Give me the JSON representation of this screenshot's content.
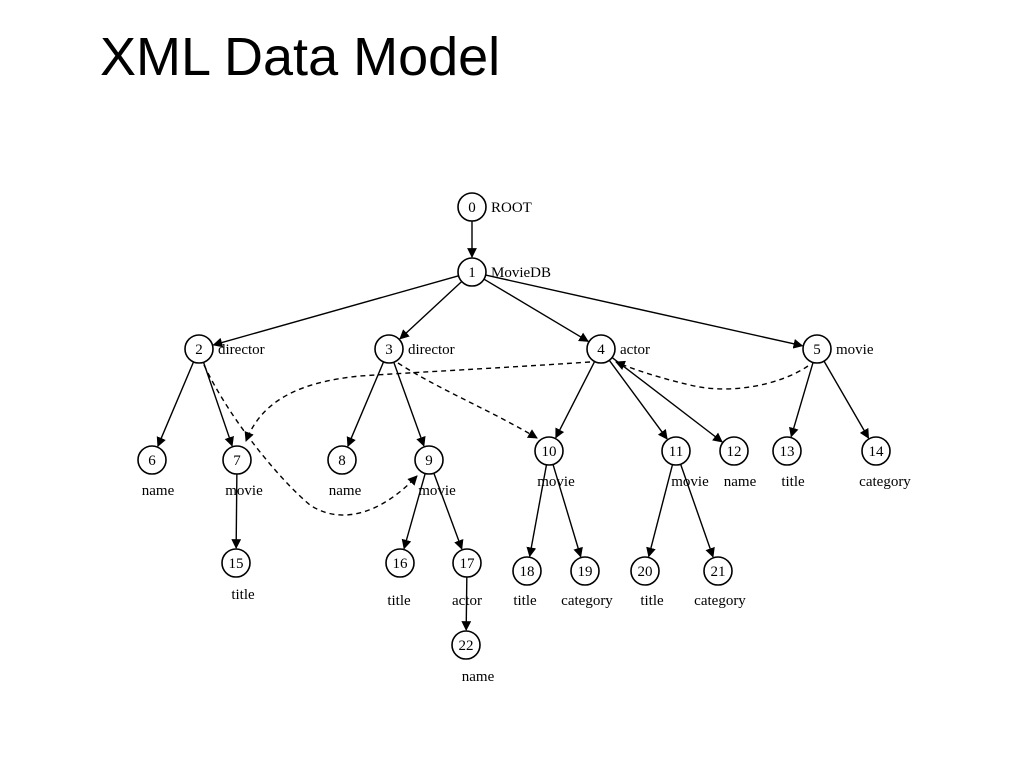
{
  "title": "XML Data Model",
  "colors": {
    "line": "#000000",
    "background": "#ffffff"
  },
  "nodes": [
    {
      "id": 0,
      "label": "ROOT"
    },
    {
      "id": 1,
      "label": "MovieDB"
    },
    {
      "id": 2,
      "label": "director"
    },
    {
      "id": 3,
      "label": "director"
    },
    {
      "id": 4,
      "label": "actor"
    },
    {
      "id": 5,
      "label": "movie"
    },
    {
      "id": 6,
      "label": "name"
    },
    {
      "id": 7,
      "label": "movie"
    },
    {
      "id": 8,
      "label": "name"
    },
    {
      "id": 9,
      "label": "movie"
    },
    {
      "id": 10,
      "label": "movie"
    },
    {
      "id": 11,
      "label": "movie"
    },
    {
      "id": 12,
      "label": "name"
    },
    {
      "id": 13,
      "label": "title"
    },
    {
      "id": 14,
      "label": "category"
    },
    {
      "id": 15,
      "label": "title"
    },
    {
      "id": 16,
      "label": "title"
    },
    {
      "id": 17,
      "label": "actor"
    },
    {
      "id": 18,
      "label": "title"
    },
    {
      "id": 19,
      "label": "category"
    },
    {
      "id": 20,
      "label": "title"
    },
    {
      "id": 21,
      "label": "category"
    },
    {
      "id": 22,
      "label": "name"
    }
  ],
  "edges": [
    [
      0,
      1
    ],
    [
      1,
      2
    ],
    [
      1,
      3
    ],
    [
      1,
      4
    ],
    [
      1,
      5
    ],
    [
      2,
      6
    ],
    [
      2,
      7
    ],
    [
      3,
      8
    ],
    [
      3,
      9
    ],
    [
      4,
      10
    ],
    [
      4,
      11
    ],
    [
      4,
      12
    ],
    [
      5,
      13
    ],
    [
      5,
      14
    ],
    [
      7,
      15
    ],
    [
      9,
      16
    ],
    [
      9,
      17
    ],
    [
      10,
      18
    ],
    [
      10,
      19
    ],
    [
      11,
      20
    ],
    [
      11,
      21
    ],
    [
      17,
      22
    ]
  ],
  "references": [
    [
      2,
      9
    ],
    [
      3,
      10
    ],
    [
      4,
      7
    ],
    [
      5,
      4
    ]
  ]
}
